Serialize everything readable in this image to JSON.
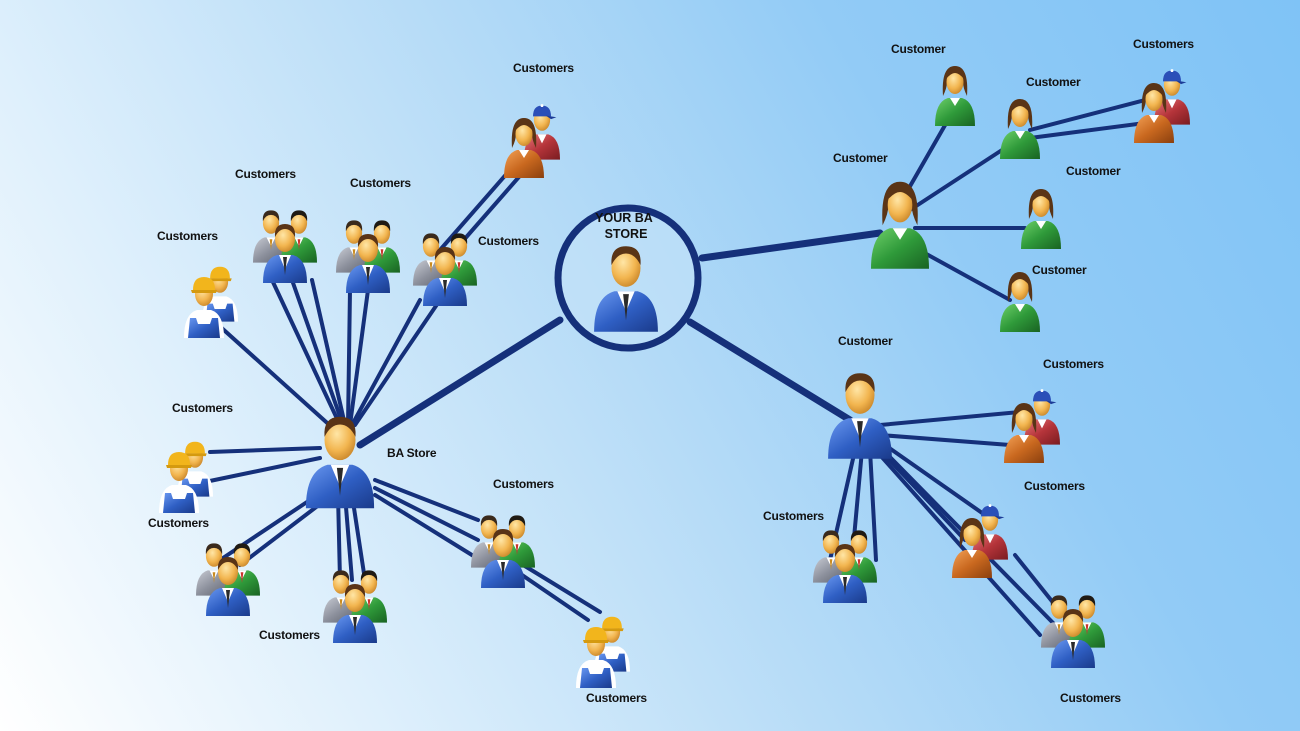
{
  "center": {
    "line1": "YOUR BA",
    "line2": "STORE"
  },
  "hubs": {
    "ba_store": "BA Store",
    "customer_top": "Customer",
    "customer_bottom": "Customer"
  },
  "labels": {
    "top_right_single_a": "Customer",
    "top_right_group": "Customers",
    "top_right_single_b": "Customer",
    "top_right_single_c": "Customer",
    "top_right_single_d": "Customer",
    "left_cap_top": "Customers",
    "left_mixed_a": "Customers",
    "left_mixed_b": "Customers",
    "left_mixed_c": "Customers",
    "left_redcap_top": "Customers",
    "left_cap_mid": "Customers",
    "left_cap_mid_below": "Customers",
    "left_mixed_right": "Customers",
    "left_mixed_bottom": "Customers",
    "left_cap_bottom": "Customers",
    "right_redcap_a": "Customers",
    "right_mixed": "Customers",
    "right_mixed_bottom": "Customers"
  },
  "colors": {
    "link": "#15307a",
    "suit_blue": "#2f5fc4",
    "shirt_green": "#2f9a3a",
    "shirt_orange": "#c9681f",
    "shirt_red": "#b5343a",
    "cap_yellow": "#f2b51c",
    "cap_blue": "#2b4fb8",
    "skin": "#f2b54f",
    "hair": "#5a3416"
  }
}
